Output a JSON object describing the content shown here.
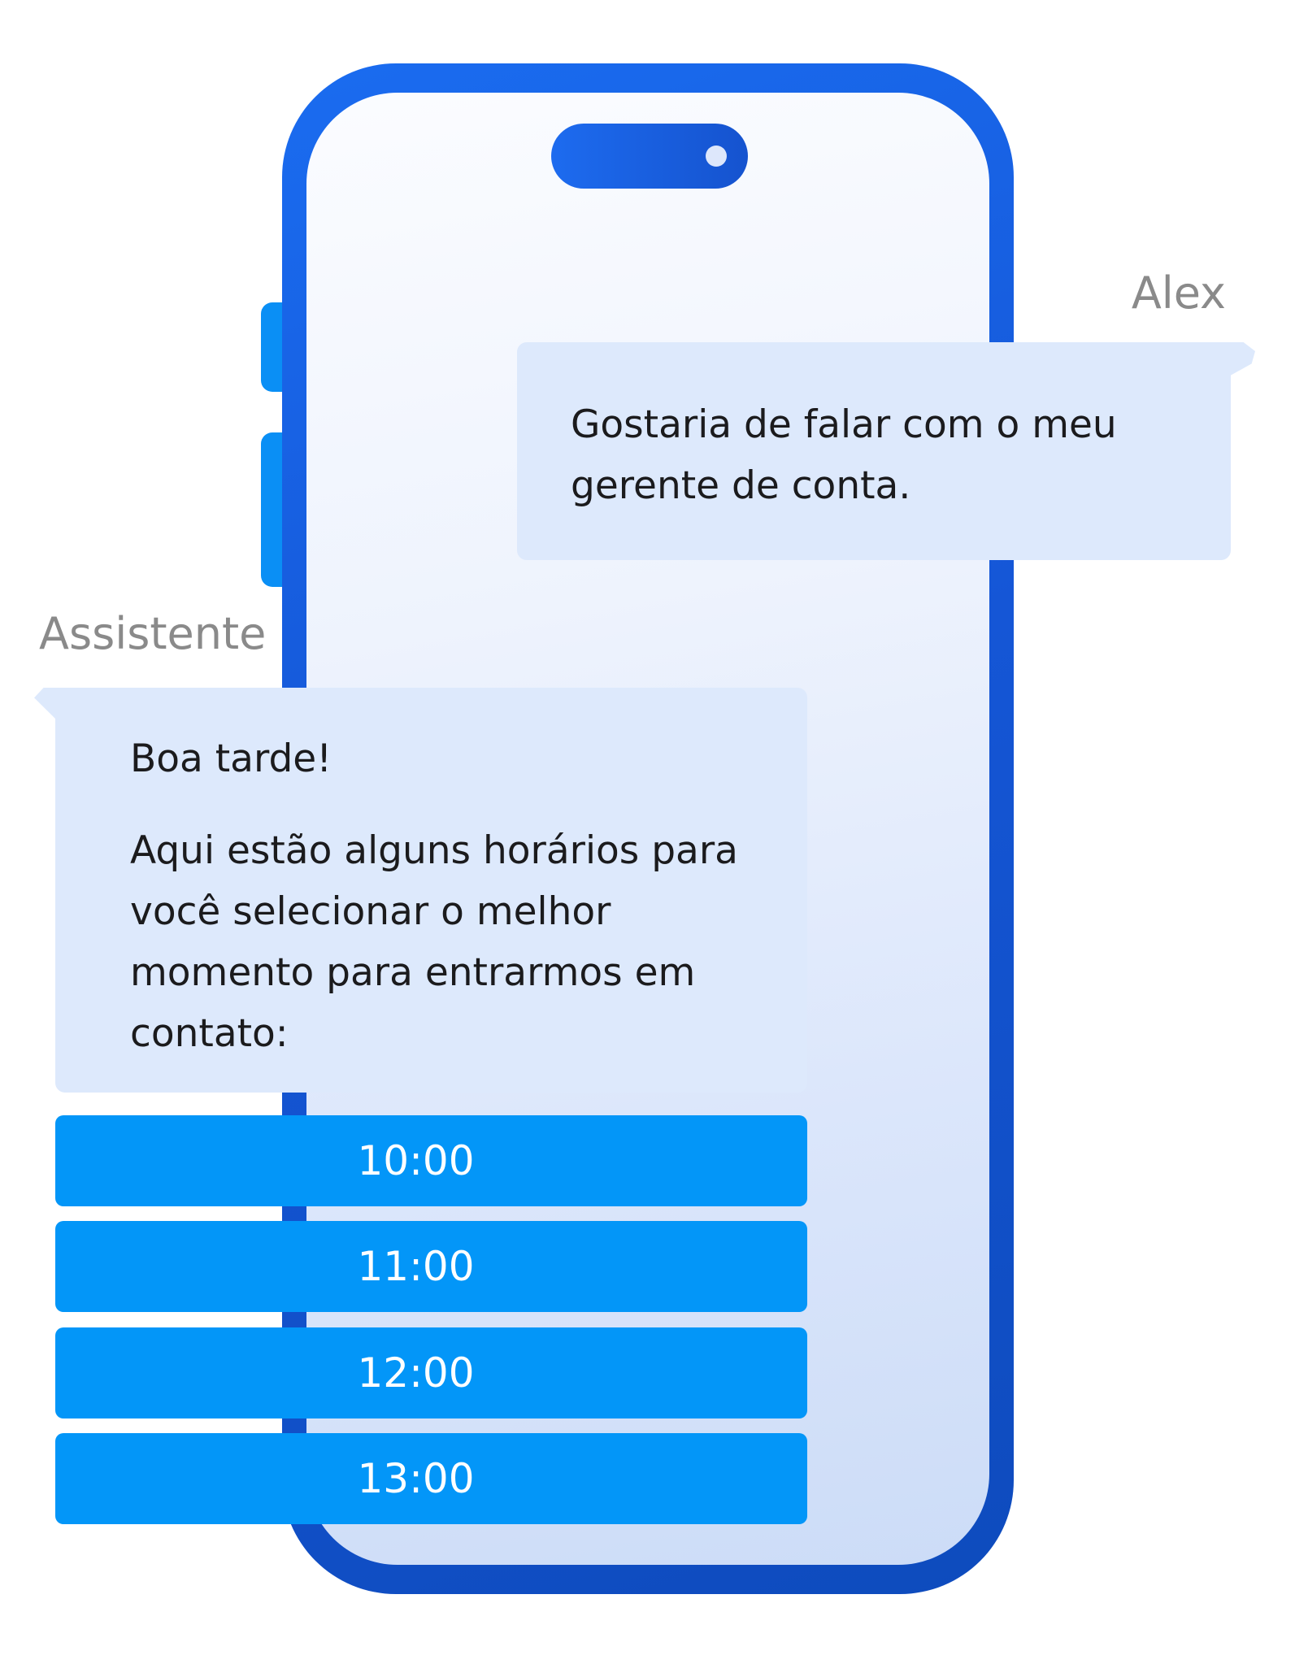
{
  "chat": {
    "user_name": "Alex",
    "user_message": "Gostaria de falar com o meu gerente de conta.",
    "assistant_name": "Assistente",
    "assistant_greeting": "Boa tarde!",
    "assistant_message": "Aqui estão alguns horários para você selecionar o melhor momento para entrarmos em contato:"
  },
  "time_options": [
    "10:00",
    "11:00",
    "12:00",
    "13:00"
  ],
  "colors": {
    "phone_frame": "#1556d6",
    "phone_screen": "#eef3fd",
    "bubble": "#dde9fc",
    "option_button": "#0396f8",
    "sender_name": "#8a8a8a",
    "text": "#1b1b1d"
  }
}
